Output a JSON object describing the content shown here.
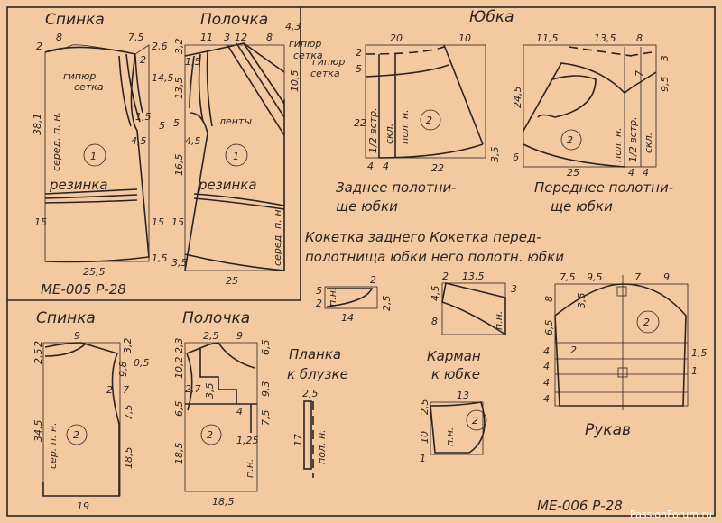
{
  "colors": {
    "paper": "#f3c9a0",
    "ink": "#2b2320"
  },
  "set1": {
    "back_title": "Спинка",
    "front_title": "Полочка",
    "code": "МЕ-005   Р-28",
    "guipure": "гипюр",
    "mesh": "сетка",
    "ribbons": "ленты",
    "elastic": "резинка",
    "center_back": "серед. п. н.",
    "center_front": "серед. п. н.",
    "piece_no": "1",
    "back_dims": [
      "8",
      "7,5",
      "2",
      "2,6",
      "2",
      "14,5",
      "38,1",
      "1,5",
      "5",
      "4,5",
      "15",
      "15",
      "1,5",
      "25,5"
    ],
    "front_dims": [
      "11",
      "3",
      "12",
      "8",
      "3,2",
      "1,5",
      "13,5",
      "5",
      "4,5",
      "16,5",
      "15",
      "3,5",
      "25",
      "4,3",
      "10,5"
    ]
  },
  "skirt": {
    "title": "Юбка",
    "guipure": "гипюр",
    "mesh": "сетка",
    "piece_no": "2",
    "back_caption_1": "Заднее полотни-",
    "back_caption_2": "ще    юбки",
    "front_caption_1": "Переднее полотни-",
    "front_caption_2": "ще    юбки",
    "back_marks": [
      "1/2 встр.",
      "скл.",
      "пол. н."
    ],
    "front_marks": [
      "пол. н.",
      "1/2 встр.",
      "скл."
    ],
    "back_dims": [
      "20",
      "10",
      "5",
      "2",
      "22",
      "4",
      "4",
      "22",
      "3,5"
    ],
    "front_dims": [
      "11,5",
      "13,5",
      "8",
      "24,5",
      "3",
      "7",
      "9,5",
      "6",
      "25",
      "4",
      "4"
    ]
  },
  "yokes": {
    "caption_1": "Кокетка заднего  Кокетка перед-",
    "caption_2": "полотнища юбки   него полотн. юбки",
    "back_dims": [
      "2",
      "5",
      "2",
      "14",
      "2,5"
    ],
    "back_mark": "п.н.",
    "front_dims": [
      "2",
      "13,5",
      "4,5",
      "3",
      "8"
    ],
    "front_mark": "п.н."
  },
  "pocket": {
    "caption_1": "Карман",
    "caption_2": "к юбке",
    "dims": [
      "13",
      "2,5",
      "10",
      "1"
    ],
    "mark": "п.н.",
    "piece_no": "2"
  },
  "sleeve": {
    "caption": "Рукав",
    "dims": [
      "7,5",
      "9,5",
      "7",
      "9",
      "3,5",
      "8",
      "6,5",
      "4",
      "4",
      "4",
      "4",
      "2",
      "1,5",
      "1"
    ],
    "piece_no": "2"
  },
  "set2": {
    "back_title": "Спинка",
    "front_title": "Полочка",
    "piece_no": "2",
    "center_back": "сер. п. н.",
    "front_mark": "п.н.",
    "back_dims": [
      "9",
      "2,5",
      "2",
      "3,2",
      "0,5",
      "9,8",
      "2",
      "7",
      "34,5",
      "7,5",
      "18,5",
      "19"
    ],
    "front_dims": [
      "2,5",
      "9",
      "2,3",
      "10,2",
      "2,7",
      "3,5",
      "6,5",
      "18,5",
      "6,5",
      "9,3",
      "4",
      "7,5",
      "1,25",
      "18,5"
    ],
    "placket_1": "Планка",
    "placket_2": "к блузке",
    "placket_dims": [
      "2,5",
      "17"
    ],
    "placket_mark": "пол. н.",
    "code": "МЕ-006   Р-28"
  },
  "watermark": "PassionForum.ru"
}
